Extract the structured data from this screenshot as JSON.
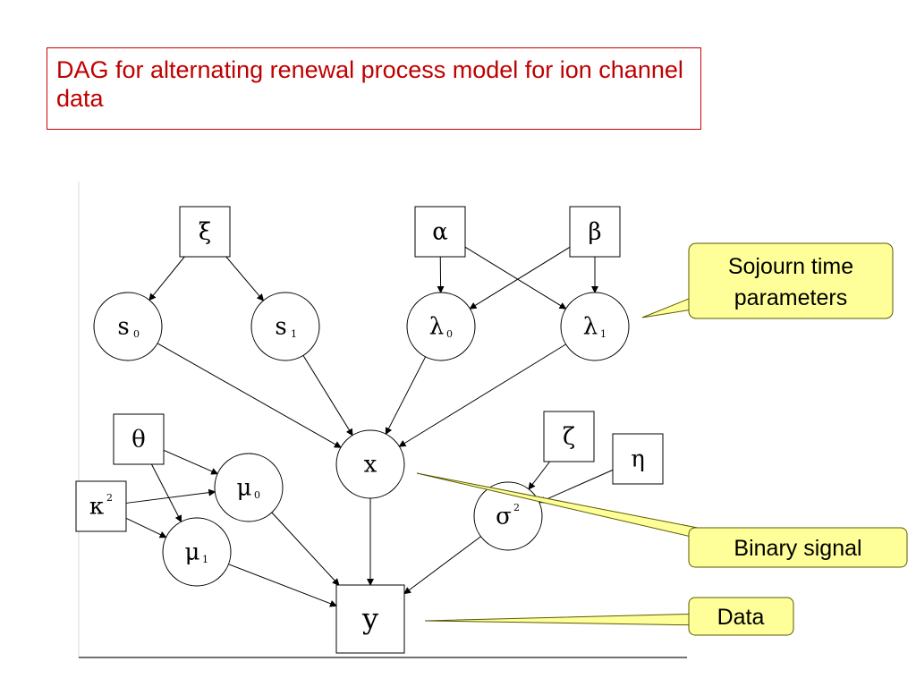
{
  "title": "DAG for alternating renewal process model for ion channel data",
  "nodes": {
    "xi": {
      "symbol": "ξ",
      "shape": "square"
    },
    "alpha": {
      "symbol": "α",
      "shape": "square"
    },
    "beta": {
      "symbol": "β",
      "shape": "square"
    },
    "s0": {
      "symbol": "s",
      "sub": "0",
      "shape": "circle"
    },
    "s1": {
      "symbol": "s",
      "sub": "1",
      "shape": "circle"
    },
    "lambda0": {
      "symbol": "λ",
      "sub": "0",
      "shape": "circle"
    },
    "lambda1": {
      "symbol": "λ",
      "sub": "1",
      "shape": "circle"
    },
    "theta": {
      "symbol": "θ",
      "shape": "square"
    },
    "kappa2": {
      "symbol": "κ",
      "sup": "2",
      "shape": "square"
    },
    "mu0": {
      "symbol": "μ",
      "sub": "0",
      "shape": "circle"
    },
    "mu1": {
      "symbol": "μ",
      "sub": "1",
      "shape": "circle"
    },
    "x": {
      "symbol": "x",
      "shape": "circle"
    },
    "zeta": {
      "symbol": "ζ",
      "shape": "square"
    },
    "eta": {
      "symbol": "η",
      "shape": "square"
    },
    "sigma2": {
      "symbol": "σ",
      "sup": "2",
      "shape": "circle"
    },
    "y": {
      "symbol": "y",
      "shape": "square"
    }
  },
  "edges": [
    [
      "xi",
      "s0"
    ],
    [
      "xi",
      "s1"
    ],
    [
      "alpha",
      "lambda0"
    ],
    [
      "alpha",
      "lambda1"
    ],
    [
      "beta",
      "lambda0"
    ],
    [
      "beta",
      "lambda1"
    ],
    [
      "s0",
      "x"
    ],
    [
      "s1",
      "x"
    ],
    [
      "lambda0",
      "x"
    ],
    [
      "lambda1",
      "x"
    ],
    [
      "theta",
      "mu0"
    ],
    [
      "theta",
      "mu1"
    ],
    [
      "kappa2",
      "mu0"
    ],
    [
      "kappa2",
      "mu1"
    ],
    [
      "mu0",
      "y"
    ],
    [
      "mu1",
      "y"
    ],
    [
      "x",
      "y"
    ],
    [
      "zeta",
      "sigma2"
    ],
    [
      "eta",
      "sigma2"
    ],
    [
      "sigma2",
      "y"
    ]
  ],
  "callouts": {
    "sojourn": {
      "line1": "Sojourn time",
      "line2": "parameters"
    },
    "binary": {
      "label": "Binary signal"
    },
    "data": {
      "label": "Data"
    }
  },
  "colors": {
    "title_text": "#c00000",
    "title_border": "#cc0000",
    "callout_fill": "#ffff99",
    "callout_border": "#5a5a00"
  }
}
